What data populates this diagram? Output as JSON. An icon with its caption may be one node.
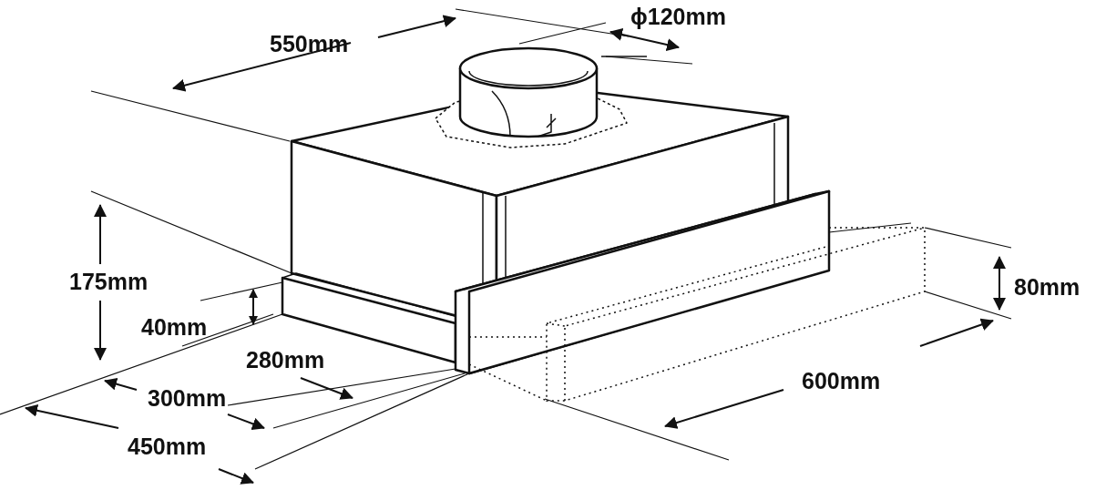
{
  "diagram": {
    "labels": [
      "ϕ120mm",
      "550mm",
      "175mm",
      "80mm",
      "40mm",
      "280mm",
      "600mm",
      "300mm",
      "450mm"
    ]
  }
}
